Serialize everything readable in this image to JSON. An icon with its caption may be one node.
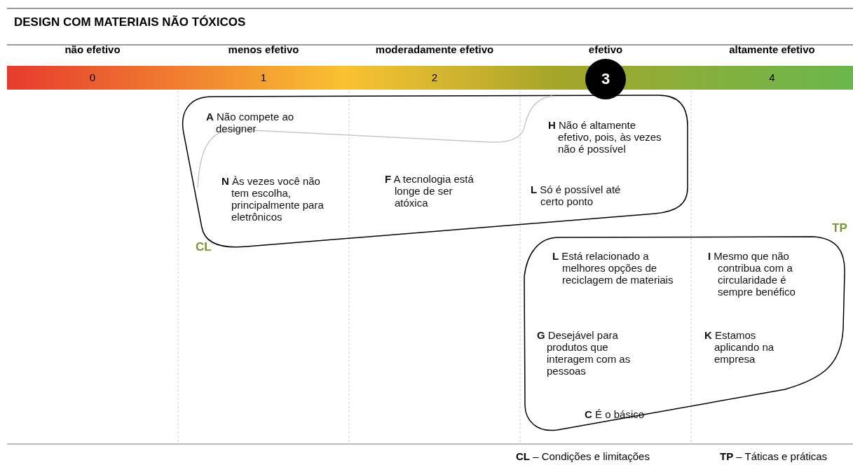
{
  "diagram": {
    "title": "DESIGN COM MATERIAIS NÃO TÓXICOS",
    "nodes": [
      {
        "text": [
          "não efetivo",
          "0"
        ]
      },
      {
        "text": [
          "menos efetivo",
          "1"
        ]
      },
      {
        "text": [
          "moderadamente efetivo",
          "2"
        ]
      },
      {
        "text": [
          "efetivo",
          "3"
        ]
      },
      {
        "text": [
          "altamente efetivo",
          "4"
        ]
      },
      {
        "text": [
          "CL"
        ]
      },
      {
        "text": [
          "**A** Não compete ao designer"
        ],
        "in": 5
      },
      {
        "text": [
          "**N** Às vezes você não tem escolha, principalmente para eletrônicos"
        ],
        "in": 5
      },
      {
        "text": [
          "**F** A tecnologia está longe de ser atóxica"
        ],
        "in": 5
      },
      {
        "text": [
          "**H** Não é altamente efetivo, pois, às vezes não é possível"
        ],
        "in": 5
      },
      {
        "text": [
          "**L** Só é possível até certo ponto"
        ],
        "in": 5
      },
      {
        "text": [
          "TP"
        ]
      },
      {
        "text": [
          "**L** Está relacionado a melhores opções de reciclagem de materiais"
        ],
        "in": 11
      },
      {
        "text": [
          "**I** Mesmo que não contribua com a circularidade é sempre benéfico"
        ],
        "in": 11
      },
      {
        "text": [
          "**G** Desejável para produtos que interagem com as pessoas"
        ],
        "in": 11
      },
      {
        "text": [
          "**K** Estamos aplicando na empresa"
        ],
        "in": 11
      },
      {
        "text": [
          "**C** É o básico"
        ],
        "in": 11
      }
    ],
    "labels": [
      "**CL** – Condições e limitações",
      "**TP** – Táticas e práticas"
    ]
  }
}
